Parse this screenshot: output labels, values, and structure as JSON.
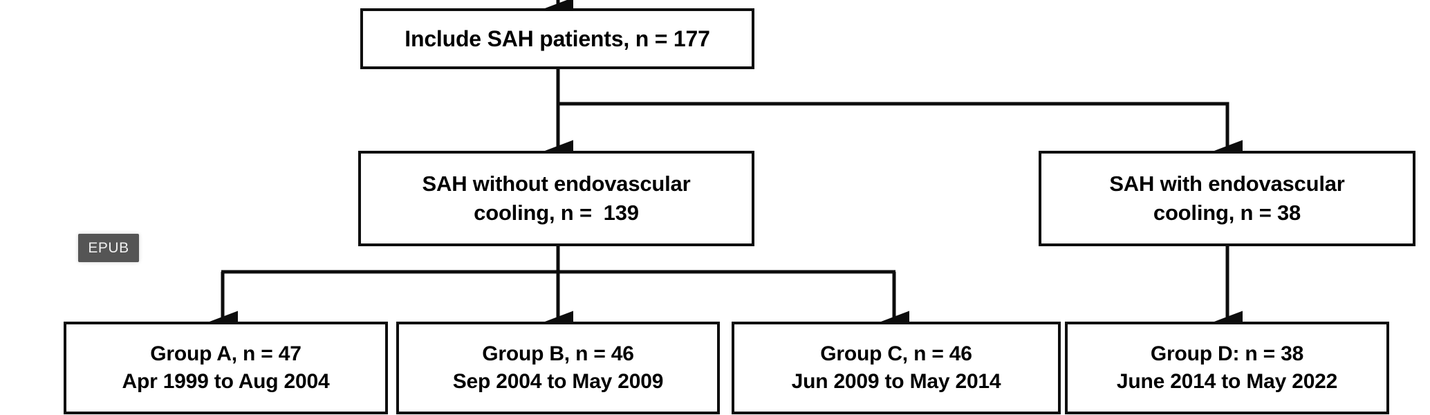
{
  "figure": {
    "kind": "study-flow-diagram",
    "background_color": "#ffffff",
    "stroke_color": "#0d0d0d"
  },
  "watermark": {
    "label": "EPUB",
    "background_color": "#555555",
    "text_color": "#f0f0f0"
  },
  "nodes": {
    "top": {
      "line1": "Include SAH patients, n = 177"
    },
    "no_cooling": {
      "line1": "SAH without endovascular",
      "line2": "cooling, n =  139"
    },
    "cooling": {
      "line1": "SAH with endovascular",
      "line2": "cooling, n = 38"
    },
    "group_a": {
      "line1": "Group A, n = 47",
      "line2": "Apr 1999 to Aug 2004"
    },
    "group_b": {
      "line1": "Group B, n = 46",
      "line2": "Sep 2004 to May 2009"
    },
    "group_c": {
      "line1": "Group C, n = 46",
      "line2": "Jun 2009 to May 2014"
    },
    "group_d": {
      "line1": "Group D: n = 38",
      "line2": "June 2014 to May 2022"
    }
  }
}
